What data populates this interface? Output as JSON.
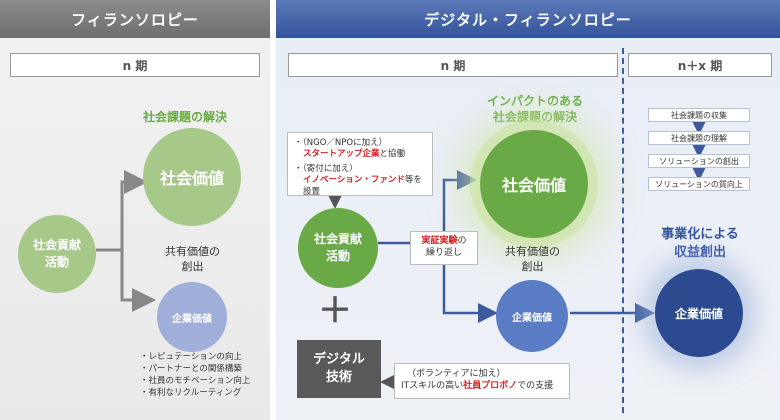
{
  "headers": {
    "left": "フィランソロピー",
    "right": "デジタル・フィランソロピー"
  },
  "phases": {
    "left_n": "n 期",
    "right_n": "n 期",
    "right_nx": "n＋x 期"
  },
  "left": {
    "social_value_caption": "社会課題の解決",
    "social_value": "社会価値",
    "contribution_line1": "社会貢献",
    "contribution_line2": "活動",
    "shared_value_line1": "共有価値の",
    "shared_value_line2": "創出",
    "corporate_value": "企業価値",
    "benefits": [
      "レピュテーションの向上",
      "パートナーとの関係構築",
      "社員のモチベーション向上",
      "有利なリクルーティング"
    ]
  },
  "right": {
    "callout_item1_prefix": "（NGO／NPOに加え）",
    "callout_item1_highlight": "スタートアップ企業",
    "callout_item1_suffix": "と協働",
    "callout_item2_prefix": "（寄付に加え）",
    "callout_item2_highlight": "イノベーション・ファンド",
    "callout_item2_suffix": "等を設置",
    "impact_caption_line1": "インパクトのある",
    "impact_caption_line2": "社会課題の解決",
    "social_value": "社会価値",
    "contribution_line1": "社会貢献",
    "contribution_line2": "活動",
    "experiment_highlight": "実証実験",
    "experiment_suffix": "の",
    "experiment_line2": "繰り返し",
    "shared_value_line1": "共有価値の",
    "shared_value_line2": "創出",
    "corporate_value": "企業価値",
    "plus": "＋",
    "digital_line1": "デジタル",
    "digital_line2": "技術",
    "probono_prefix": "（ボランティアに加え）",
    "probono_line2_prefix": "ITスキルの高い",
    "probono_highlight": "社員プロボノ",
    "probono_suffix": "での支援",
    "steps": [
      "社会課題の収集",
      "社会課題の理解",
      "ソリューションの創出",
      "ソリューションの質向上"
    ],
    "monetize_line1": "事業化による",
    "monetize_line2": "収益創出",
    "final_corporate_value": "企業価値"
  }
}
